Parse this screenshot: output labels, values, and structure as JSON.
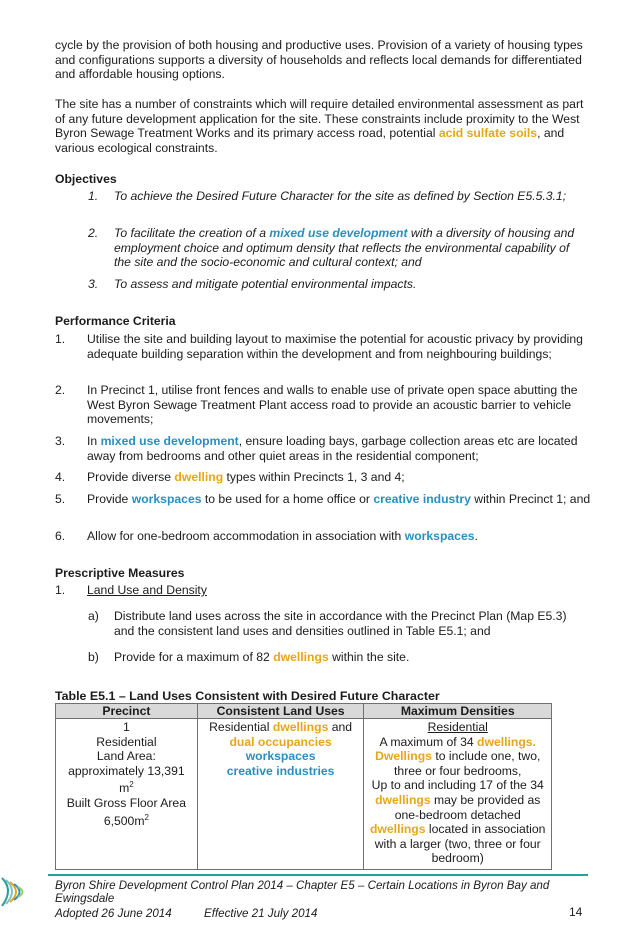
{
  "intro": {
    "p1": "cycle by the provision of both housing and productive uses.  Provision of a variety of housing types and configurations supports a diversity of households and reflects local demands for differentiated and affordable housing options.",
    "p2_before": "The site has a number of constraints which will require detailed environmental assessment as part of any future development application for the site.  These constraints include proximity to the West Byron Sewage Treatment Works and its primary access road, potential ",
    "p2_term": "acid sulfate soils",
    "p2_after": ", and various ecological constraints."
  },
  "objectives": {
    "heading": "Objectives",
    "items": [
      {
        "num": "1.",
        "text": "To achieve the Desired Future Character for the site as defined by Section E5.5.3.1;"
      },
      {
        "num": "2.",
        "before": "To facilitate the creation of a ",
        "term": "mixed use development",
        "after": " with a diversity of housing and employment choice and optimum density that reflects the environmental capability of the site and the socio-economic and cultural context; and"
      },
      {
        "num": "3.",
        "text": "To assess and mitigate potential environmental impacts."
      }
    ]
  },
  "performance": {
    "heading": "Performance Criteria",
    "items": [
      {
        "num": "1.",
        "text": "Utilise the site and building layout to maximise the potential for acoustic privacy by providing adequate building separation within the development and from neighbouring buildings;"
      },
      {
        "num": "2.",
        "text": "In Precinct 1, utilise front fences and walls to enable use of private open space abutting the West Byron Sewage Treatment Plant access road to provide an acoustic barrier to vehicle movements;"
      },
      {
        "num": "3.",
        "before": "In ",
        "term": "mixed use development",
        "after": ", ensure loading bays, garbage collection areas etc are located away from bedrooms and other quiet areas in the residential component;"
      },
      {
        "num": "4.",
        "before": "Provide diverse ",
        "term": "dwelling",
        "after": " types within Precincts 1, 3 and 4;"
      },
      {
        "num": "5.",
        "before": "Provide ",
        "term": "workspaces",
        "mid": " to be used for a home office or ",
        "term2": "creative industry",
        "after": " within Precinct 1; and"
      },
      {
        "num": "6.",
        "before": "Allow for one-bedroom accommodation in association with ",
        "term": "workspaces",
        "after": "."
      }
    ]
  },
  "prescriptive": {
    "heading": "Prescriptive Measures",
    "item1_num": "1.",
    "item1_title": "Land Use and Density",
    "a_num": "a)",
    "a_text": "Distribute land uses across the site in accordance with the Precinct Plan (Map E5.3)  and the consistent land uses and densities outlined in Table E5.1; and",
    "b_num": "b)",
    "b_before": "Provide for a maximum of 82 ",
    "b_term": "dwellings",
    "b_after": " within the site."
  },
  "table": {
    "caption": "Table E5.1 – Land Uses Consistent with Desired Future Character",
    "headers": [
      "Precinct",
      "Consistent Land Uses",
      "Maximum Densities"
    ],
    "precinct": {
      "l1": "1",
      "l2": "Residential",
      "l3": "Land Area:",
      "l4": "approximately 13,391",
      "l5": "m",
      "l5_sup": "2",
      "l6": "Built Gross Floor Area",
      "l7": "6,500m",
      "l7_sup": "2"
    },
    "land_uses": {
      "l1_before": "Residential ",
      "l1_term": "dwellings",
      "l1_after": " and",
      "l2": "dual occupancies",
      "l3": "workspaces",
      "l4": "creative industries"
    },
    "densities": {
      "title": "Residential",
      "t1": "A maximum of 34 ",
      "t1_term": "dwellings.",
      "t2_term": "Dwellings",
      "t2": " to include one, two, three or four bedrooms,",
      "t3": "Up to and including 17 of the 34 ",
      "t3_term": "dwellings",
      "t3_after": " may be provided as one-bedroom detached ",
      "t3_term2": "dwellings",
      "t3_end": " located in association with a larger (two, three or four bedroom)"
    }
  },
  "footer": {
    "line1": "Byron Shire Development Control Plan 2014 – Chapter E5 – Certain Locations in Byron Bay and Ewingsdale",
    "adopted": "Adopted 26 June 2014",
    "effective": "Effective 21 July 2014",
    "page": "14"
  },
  "colors": {
    "term_orange": "#e8a51a",
    "term_blue": "#2a8fc0",
    "footer_rule": "#2a9e9a"
  }
}
